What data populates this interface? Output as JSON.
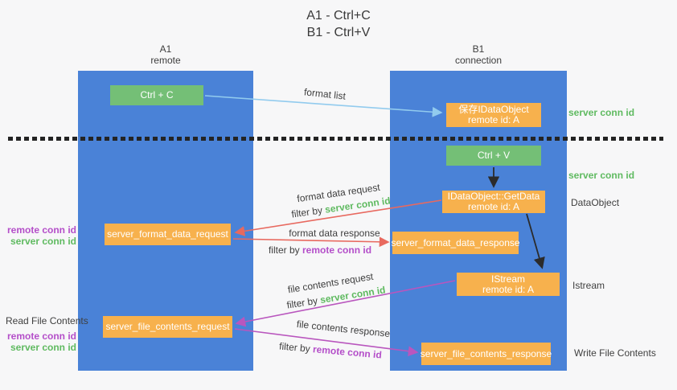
{
  "title": {
    "line1": "A1 - Ctrl+C",
    "line2": "B1 - Ctrl+V"
  },
  "lanes": {
    "left": {
      "title": "A1",
      "subtitle": "remote"
    },
    "right": {
      "title": "B1",
      "subtitle": "connection"
    }
  },
  "nodes": {
    "ctrl_c": {
      "label": "Ctrl + C"
    },
    "save_idataobject": {
      "line1": "保存IDataObject",
      "line2": "remote id: A"
    },
    "ctrl_v": {
      "label": "Ctrl + V"
    },
    "getdata": {
      "line1": "IDataObject::GetData",
      "line2": "remote id: A"
    },
    "istream": {
      "line1": "IStream",
      "line2": "remote id: A"
    },
    "server_format_data_request": {
      "label": "server_format_data_request"
    },
    "server_format_data_response": {
      "label": "server_format_data_response"
    },
    "server_file_contents_request": {
      "label": "server_file_contents_request"
    },
    "server_file_contents_response": {
      "label": "server_file_contents_response"
    }
  },
  "arrows": {
    "format_list": {
      "label": "format list"
    },
    "format_data_request": {
      "label": "format data request",
      "filter_prefix": "filter by",
      "filter_key": "server conn id"
    },
    "format_data_response": {
      "label": "format data response",
      "filter_prefix": "filter by",
      "filter_key": "remote conn id"
    },
    "file_contents_request": {
      "label": "file contents request",
      "filter_prefix": "filter by",
      "filter_key": "server conn id"
    },
    "file_contents_response": {
      "label": "file contents response",
      "filter_prefix": "filter by",
      "filter_key": "remote conn id"
    }
  },
  "annotations": {
    "right_server_conn_id_top": "server conn id",
    "right_server_conn_id_mid": "server conn id",
    "right_dataobject": "DataObject",
    "right_istream": "Istream",
    "right_write_file_contents": "Write File Contents",
    "left_remote_conn_id_mid": "remote conn id",
    "left_server_conn_id_mid": "server conn id",
    "left_read_file_contents": "Read File Contents",
    "left_remote_conn_id_bottom": "remote conn id",
    "left_server_conn_id_bottom": "server conn id"
  },
  "colors": {
    "lane_blue": "#4a82d7",
    "node_orange": "#f7b14d",
    "node_green": "#74bf76",
    "arrow_light_blue": "#92cbee",
    "arrow_red": "#e8695f",
    "arrow_purple": "#b956be",
    "arrow_black": "#2b2b2b",
    "text_green": "#5fba60",
    "text_purple": "#b44ec9",
    "text_gray": "#3f3f3f"
  }
}
